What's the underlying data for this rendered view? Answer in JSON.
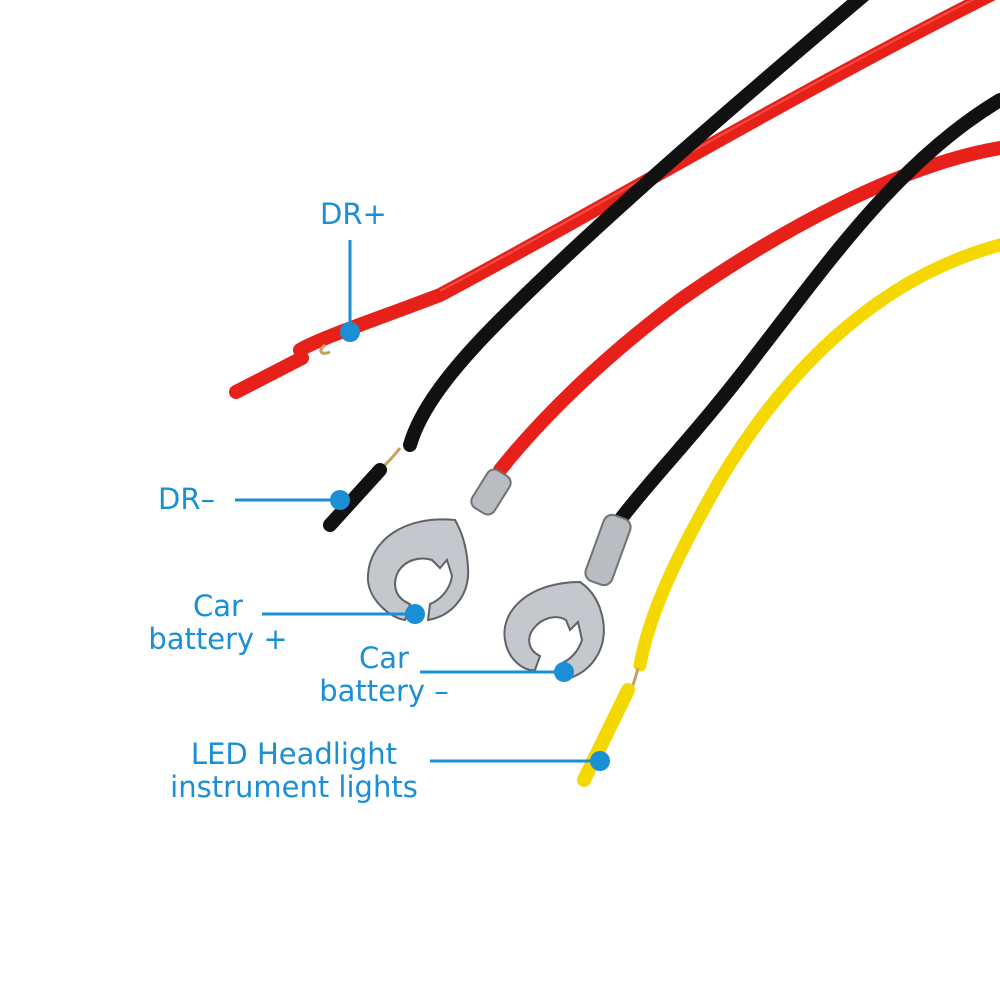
{
  "labels": {
    "dr_plus": "DR+",
    "dr_minus": "DR–",
    "car_battery_plus": [
      "Car",
      "battery +"
    ],
    "car_battery_minus": [
      "Car",
      "battery –"
    ],
    "led_headlight": [
      "LED Headlight",
      "instrument lights"
    ]
  },
  "colors": {
    "label": "#1a8fd6",
    "wire_red": "#e8201a",
    "wire_black": "#111111",
    "wire_yellow": "#f5d800",
    "terminal_metal": "#b9bcc0"
  }
}
